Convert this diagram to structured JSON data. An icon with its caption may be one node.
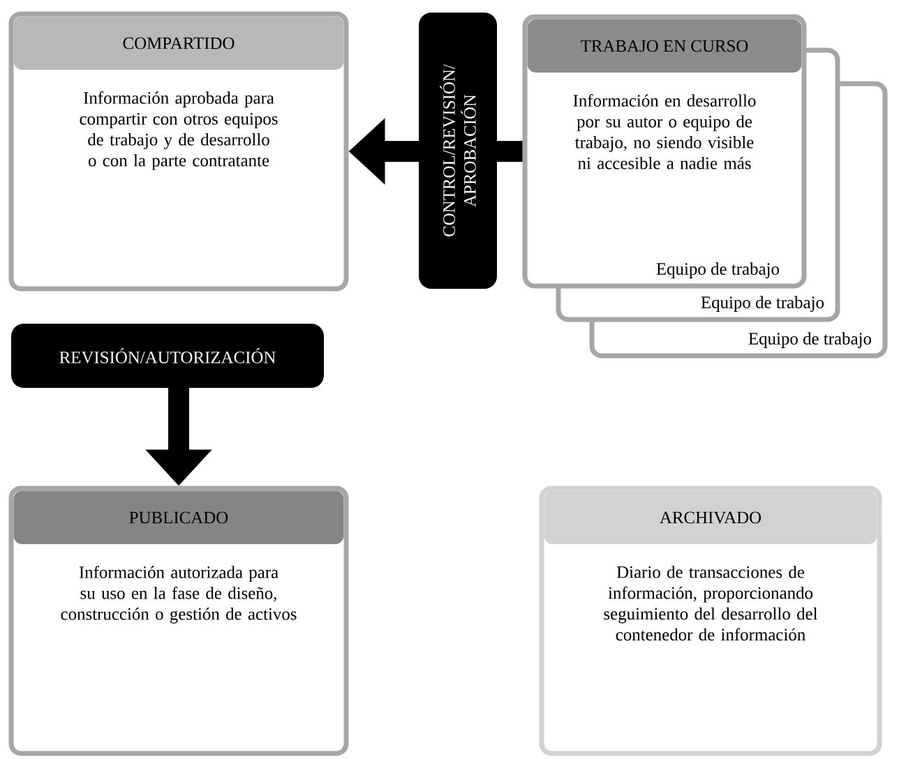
{
  "diagram": {
    "nodes": [
      {
        "text": [
          "COMPARTIDO",
          "Información aprobada para compartir con otros equipos de trabajo y de desarrollo o con la parte contratante"
        ]
      },
      {
        "text": [
          "TRABAJO EN CURSO",
          "Información en desarrollo por su autor o equipo de trabajo, no siendo visible ni accesible a nadie más",
          "Equipo de trabajo"
        ]
      },
      {
        "text": [
          "Equipo de trabajo"
        ]
      },
      {
        "text": [
          "Equipo de trabajo"
        ]
      },
      {
        "text": [
          "PUBLICADO",
          "Información autorizada para su uso en la fase de diseño, construcción o gestión de activos"
        ]
      },
      {
        "text": [
          "ARCHIVADO",
          "Diario de transacciones de información, proporcionando seguimiento del desarrollo del contenedor de información"
        ]
      }
    ],
    "edges": [
      {
        "from": 1,
        "to": 0,
        "arrow": "to",
        "label": "CONTROL/REVISIÓN/ APROBACIÓN"
      },
      {
        "from": 0,
        "to": 4,
        "arrow": "to",
        "label": "REVISIÓN/AUTORIZACIÓN"
      }
    ]
  }
}
